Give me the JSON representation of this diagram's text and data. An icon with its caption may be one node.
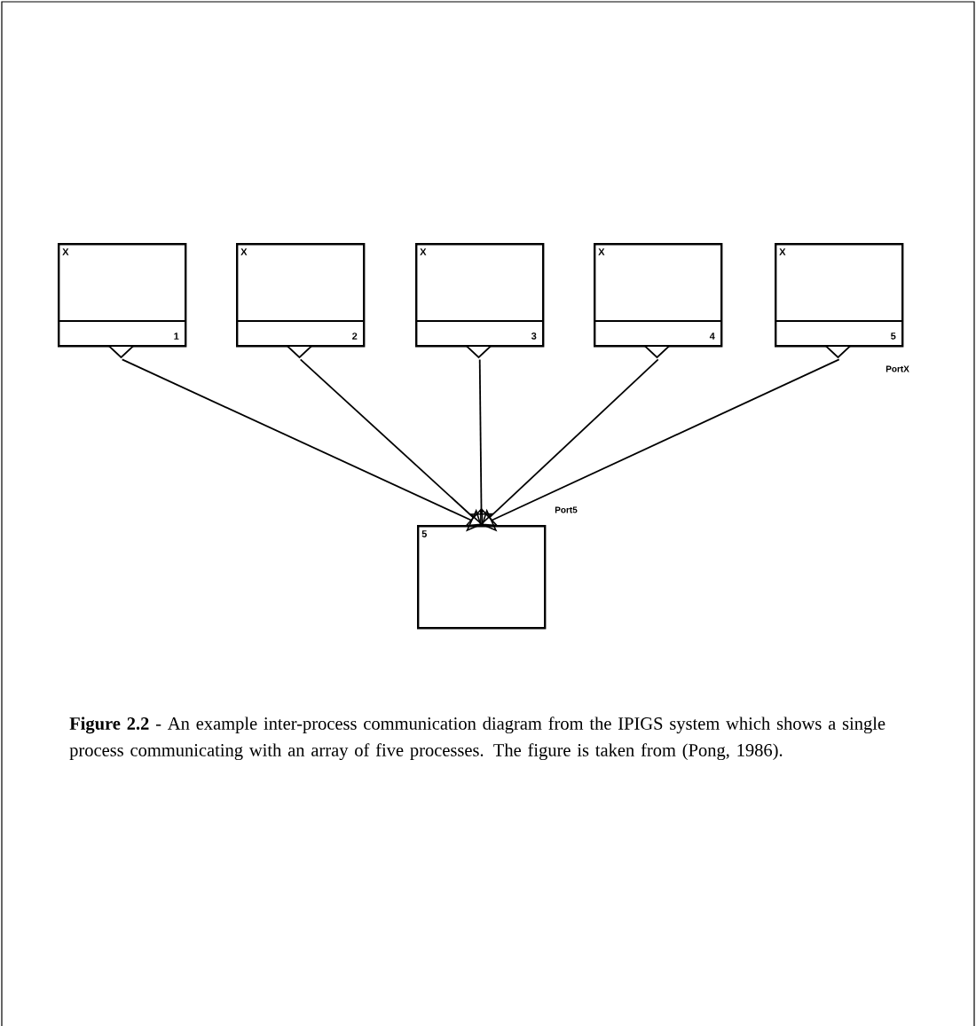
{
  "diagram": {
    "caption": "**Figure 2.2** - An example inter-process communication diagram from the IPIGS system which shows a single process communicating with an array of five processes. The figure is taken from (Pong, 1986).",
    "nodes": [
      {
        "text": [
          "X",
          "1"
        ]
      },
      {
        "text": [
          "X",
          "2"
        ]
      },
      {
        "text": [
          "X",
          "3"
        ]
      },
      {
        "text": [
          "X",
          "4"
        ]
      },
      {
        "text": [
          "X",
          "5"
        ],
        "beside": [
          "PortX"
        ]
      },
      {
        "text": [
          "5"
        ],
        "beside": [
          "Port5"
        ]
      }
    ],
    "edges": [
      {
        "from": 0,
        "to": 5,
        "arrow": "to"
      },
      {
        "from": 1,
        "to": 5,
        "arrow": "to"
      },
      {
        "from": 2,
        "to": 5,
        "arrow": "to"
      },
      {
        "from": 3,
        "to": 5,
        "arrow": "to"
      },
      {
        "from": 4,
        "to": 5,
        "arrow": "to"
      }
    ]
  }
}
